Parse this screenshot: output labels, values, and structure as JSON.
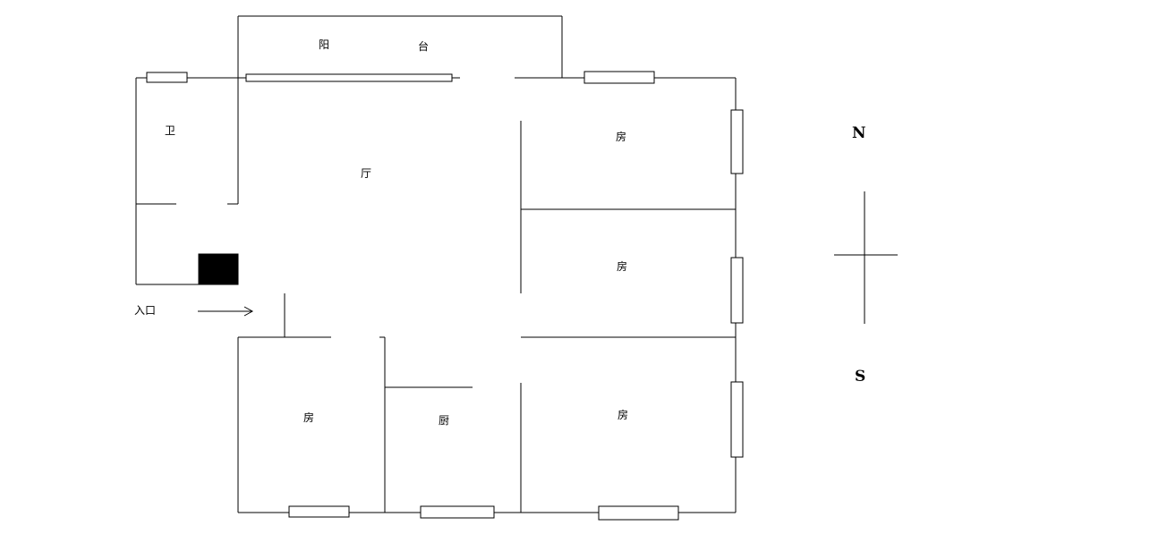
{
  "labels": {
    "balcony_left": "阳",
    "balcony_right": "台",
    "bathroom": "卫",
    "living_room": "厅",
    "room_ne": "房",
    "room_e": "房",
    "room_se": "房",
    "room_sw": "房",
    "kitchen": "厨",
    "entrance": "入口"
  },
  "compass": {
    "north": "N",
    "south": "S"
  }
}
